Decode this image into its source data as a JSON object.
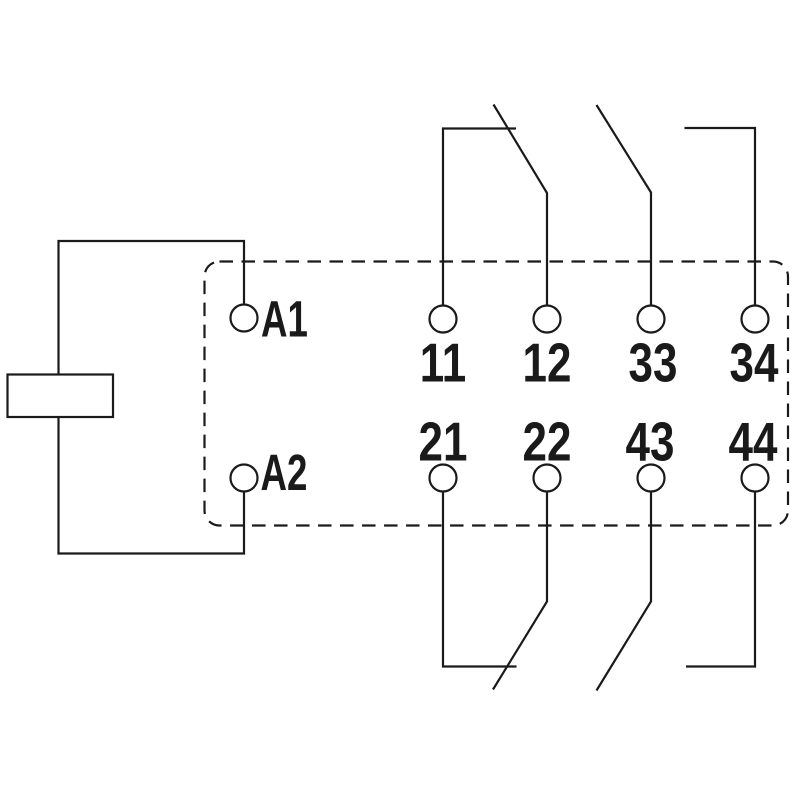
{
  "colors": {
    "line": "#1a1a1a",
    "background": "#ffffff"
  },
  "coil": {
    "terminals": [
      {
        "label": "A1"
      },
      {
        "label": "A2"
      }
    ]
  },
  "contacts": {
    "top": [
      {
        "label": "11"
      },
      {
        "label": "12"
      },
      {
        "label": "33"
      },
      {
        "label": "34"
      }
    ],
    "bottom": [
      {
        "label": "21"
      },
      {
        "label": "22"
      },
      {
        "label": "43"
      },
      {
        "label": "44"
      }
    ]
  }
}
